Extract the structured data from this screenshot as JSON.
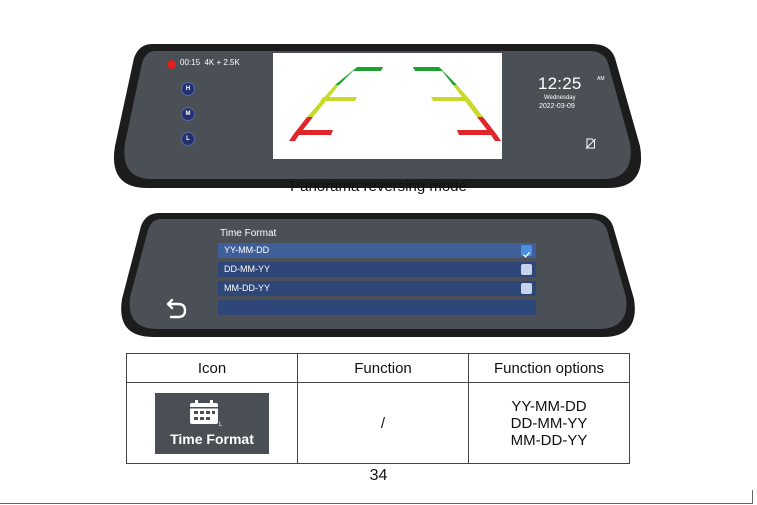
{
  "screen1": {
    "recording": {
      "time": "00:15",
      "resolution": "4K + 2.5K"
    },
    "modes": [
      "H",
      "M",
      "L"
    ],
    "clock": {
      "time": "12:25",
      "ampm": "AM",
      "day": "Wednesday",
      "date": "2022-03-09"
    },
    "icons": {
      "record": "record-dot-icon",
      "no_sd": "no-sd-card-icon"
    },
    "guide_colors": {
      "green": "#1fa12e",
      "yellow": "#c9d92a",
      "red": "#e0262b"
    }
  },
  "caption": "Panorama reversing mode",
  "screen2": {
    "menu_title": "Time Format",
    "options": [
      {
        "label": "YY-MM-DD",
        "checked": true
      },
      {
        "label": "DD-MM-YY",
        "checked": false
      },
      {
        "label": "MM-DD-YY",
        "checked": false
      }
    ],
    "back_icon": "back-arrow-icon"
  },
  "table": {
    "headers": [
      "Icon",
      "Function",
      "Function  options"
    ],
    "row": {
      "icon_label": "Time Format",
      "icon_glyph": "calendar-icon",
      "function": "/",
      "options": [
        "YY-MM-DD",
        "DD-MM-YY",
        "MM-DD-YY"
      ]
    }
  },
  "page_number": "34"
}
